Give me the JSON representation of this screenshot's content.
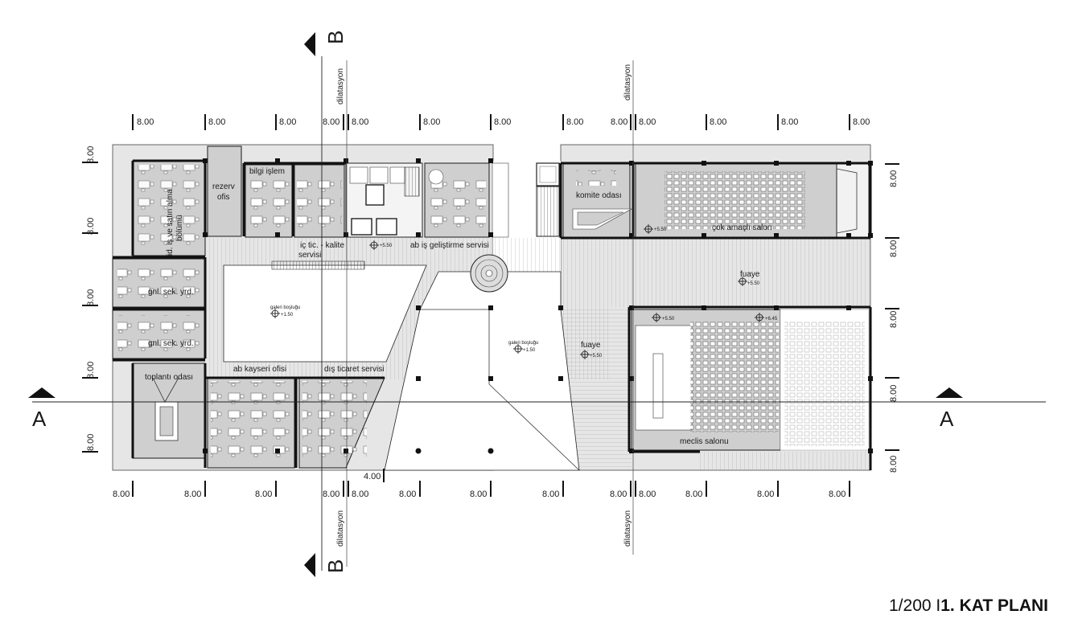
{
  "drawing": {
    "scale": "1/200 I",
    "name": "1. KAT PLANI"
  },
  "sections": {
    "a": "A",
    "b": "B",
    "expansion_joint": "dilatasyon"
  },
  "dimensions": {
    "bay": "8.00",
    "half_bay": "4.00"
  },
  "rooms": {
    "purchasing": [
      "id. iş ve satın alma",
      "bölümü"
    ],
    "reserve_office": [
      "rezerv",
      "ofis"
    ],
    "it": "bilgi işlem",
    "domestic_trade": [
      "iç tic. - kalite",
      "servisi"
    ],
    "development": "ab iş geliştirme servisi",
    "committee": "komite odası",
    "multipurpose_hall": "çok amaçlı salon",
    "gen_sec_assistant": "gnl. sek. yrd.",
    "meeting_room": "toplantı odası",
    "kayseri_office": "ab kayseri ofisi",
    "foreign_trade": "dış ticaret servisi",
    "foyer": "fuaye",
    "council_hall": "meclis salonu",
    "gallery_void": "galeri boşluğu"
  },
  "levels": {
    "main": "+5.50",
    "gallery": "+1.50",
    "upper": "+6.45"
  }
}
